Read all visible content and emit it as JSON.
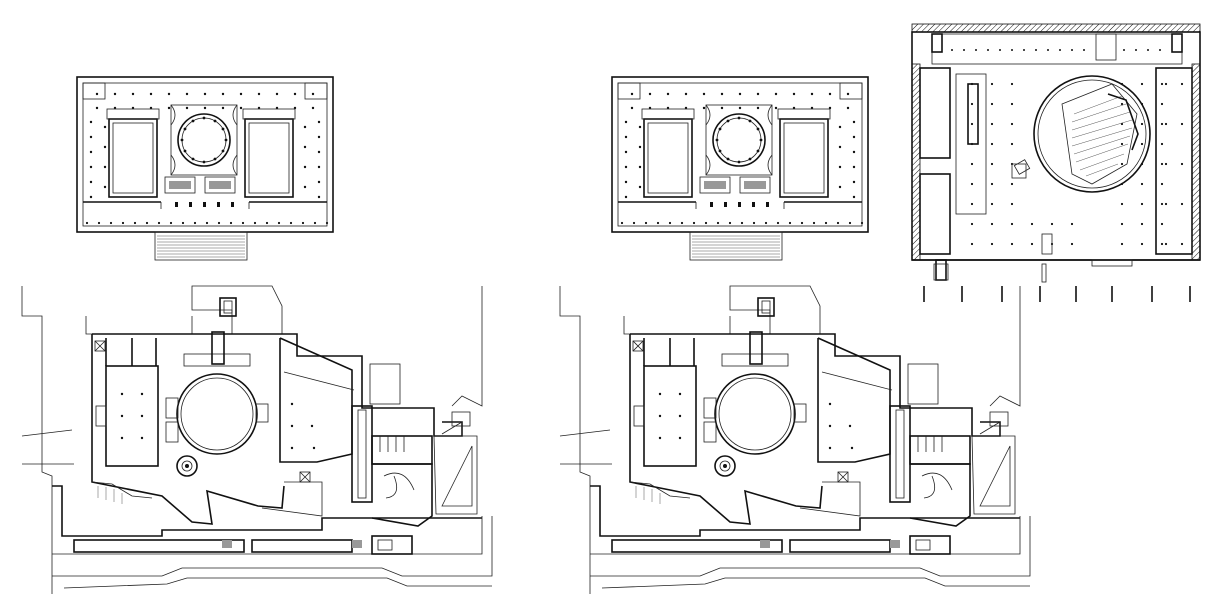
{
  "canvas": {
    "background": "#ffffff",
    "line_color": "#111111"
  },
  "drawings": [
    {
      "id": "plan-a",
      "kind": "neoclassical-rotunda-plan"
    },
    {
      "id": "plan-b",
      "kind": "neoclassical-rotunda-plan"
    },
    {
      "id": "plan-c",
      "kind": "modern-rotunda-hall-plan"
    },
    {
      "id": "plan-d",
      "kind": "museum-site-plan"
    },
    {
      "id": "plan-e",
      "kind": "museum-site-plan"
    }
  ]
}
